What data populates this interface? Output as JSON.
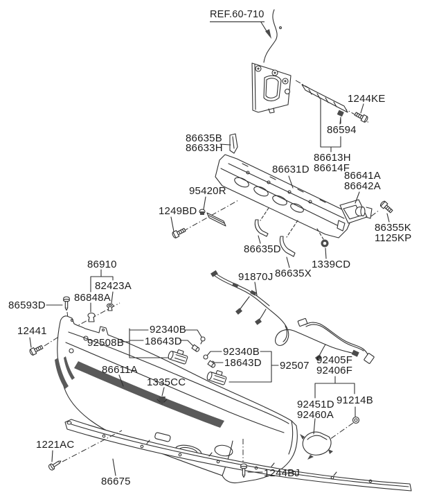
{
  "diagram": {
    "reference_link": "REF.60-710",
    "colors": {
      "background": "#ffffff",
      "line": "#2e2e2e",
      "text": "#1c1c1c",
      "dark_fill": "#4b4b4b"
    },
    "labels": [
      {
        "id": "ref-60-710",
        "text": "REF.60-710"
      },
      {
        "id": "1244ke",
        "text": "1244KE"
      },
      {
        "id": "86594",
        "text": "86594"
      },
      {
        "id": "86613h",
        "text": "86613H"
      },
      {
        "id": "86614f",
        "text": "86614F"
      },
      {
        "id": "86635b",
        "text": "86635B"
      },
      {
        "id": "86633h",
        "text": "86633H"
      },
      {
        "id": "86631d",
        "text": "86631D"
      },
      {
        "id": "86641a",
        "text": "86641A"
      },
      {
        "id": "86642a",
        "text": "86642A"
      },
      {
        "id": "95420r",
        "text": "95420R"
      },
      {
        "id": "1249bd",
        "text": "1249BD"
      },
      {
        "id": "86355k",
        "text": "86355K"
      },
      {
        "id": "1125kp",
        "text": "1125KP"
      },
      {
        "id": "86635d",
        "text": "86635D"
      },
      {
        "id": "1339cd",
        "text": "1339CD"
      },
      {
        "id": "86635x",
        "text": "86635X"
      },
      {
        "id": "91870j",
        "text": "91870J"
      },
      {
        "id": "86910",
        "text": "86910"
      },
      {
        "id": "82423a",
        "text": "82423A"
      },
      {
        "id": "86848a",
        "text": "86848A"
      },
      {
        "id": "86593d",
        "text": "86593D"
      },
      {
        "id": "12441",
        "text": "12441"
      },
      {
        "id": "92340b-1",
        "text": "92340B"
      },
      {
        "id": "18643d-1",
        "text": "18643D"
      },
      {
        "id": "92508b",
        "text": "92508B"
      },
      {
        "id": "92340b-2",
        "text": "92340B"
      },
      {
        "id": "18643d-2",
        "text": "18643D"
      },
      {
        "id": "92507",
        "text": "92507"
      },
      {
        "id": "92405f",
        "text": "92405F"
      },
      {
        "id": "92406f",
        "text": "92406F"
      },
      {
        "id": "86611a",
        "text": "86611A"
      },
      {
        "id": "1335cc",
        "text": "1335CC"
      },
      {
        "id": "92451d",
        "text": "92451D"
      },
      {
        "id": "92460a",
        "text": "92460A"
      },
      {
        "id": "91214b",
        "text": "91214B"
      },
      {
        "id": "1221ac",
        "text": "1221AC"
      },
      {
        "id": "86675",
        "text": "86675"
      },
      {
        "id": "1244bj",
        "text": "1244BJ"
      }
    ]
  }
}
